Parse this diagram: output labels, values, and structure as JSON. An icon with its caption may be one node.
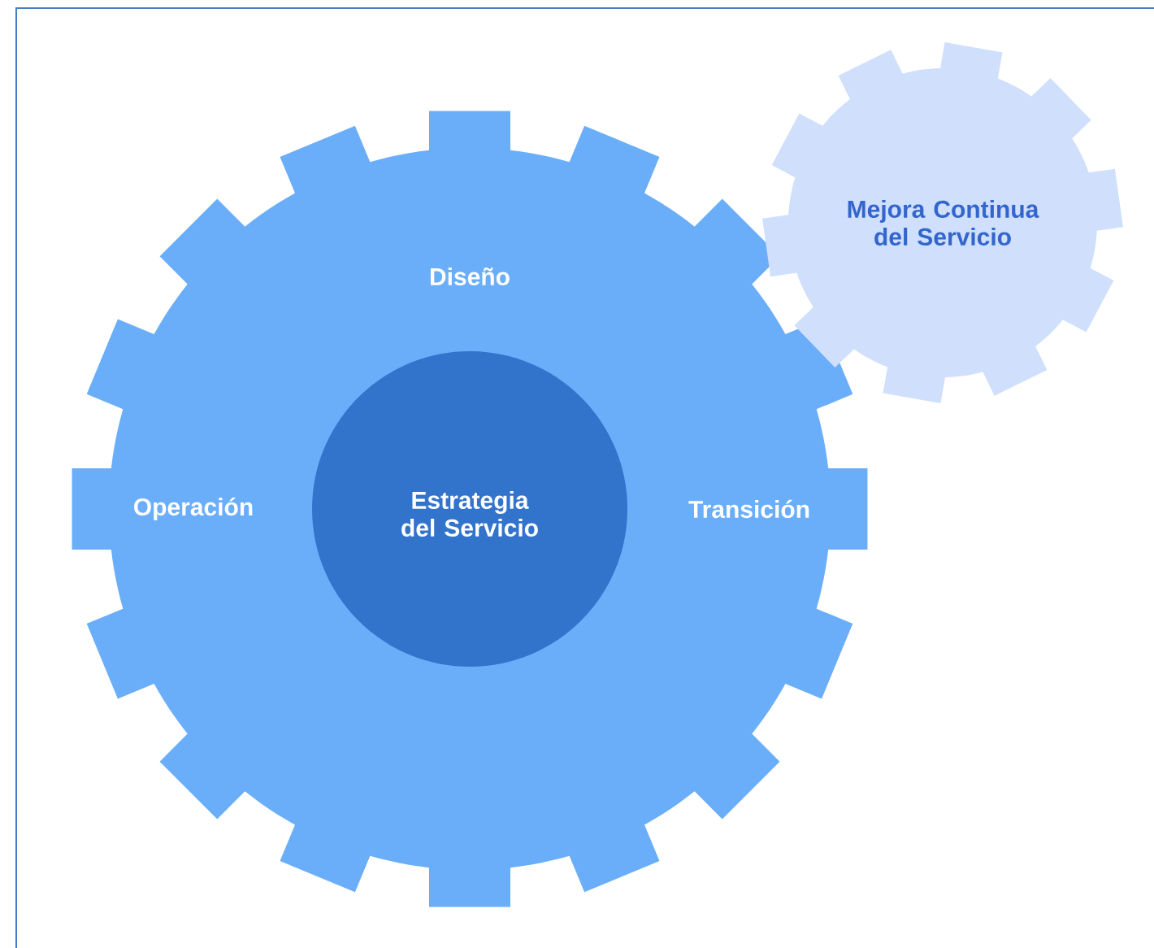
{
  "diagram": {
    "nodes": [
      {
        "text": [
          "Diseño",
          "Operación",
          "Transición"
        ]
      },
      {
        "text": [
          "Estrategia del Servicio"
        ],
        "in": 0
      },
      {
        "text": [
          "Mejora Continua del Servicio"
        ]
      }
    ]
  }
}
